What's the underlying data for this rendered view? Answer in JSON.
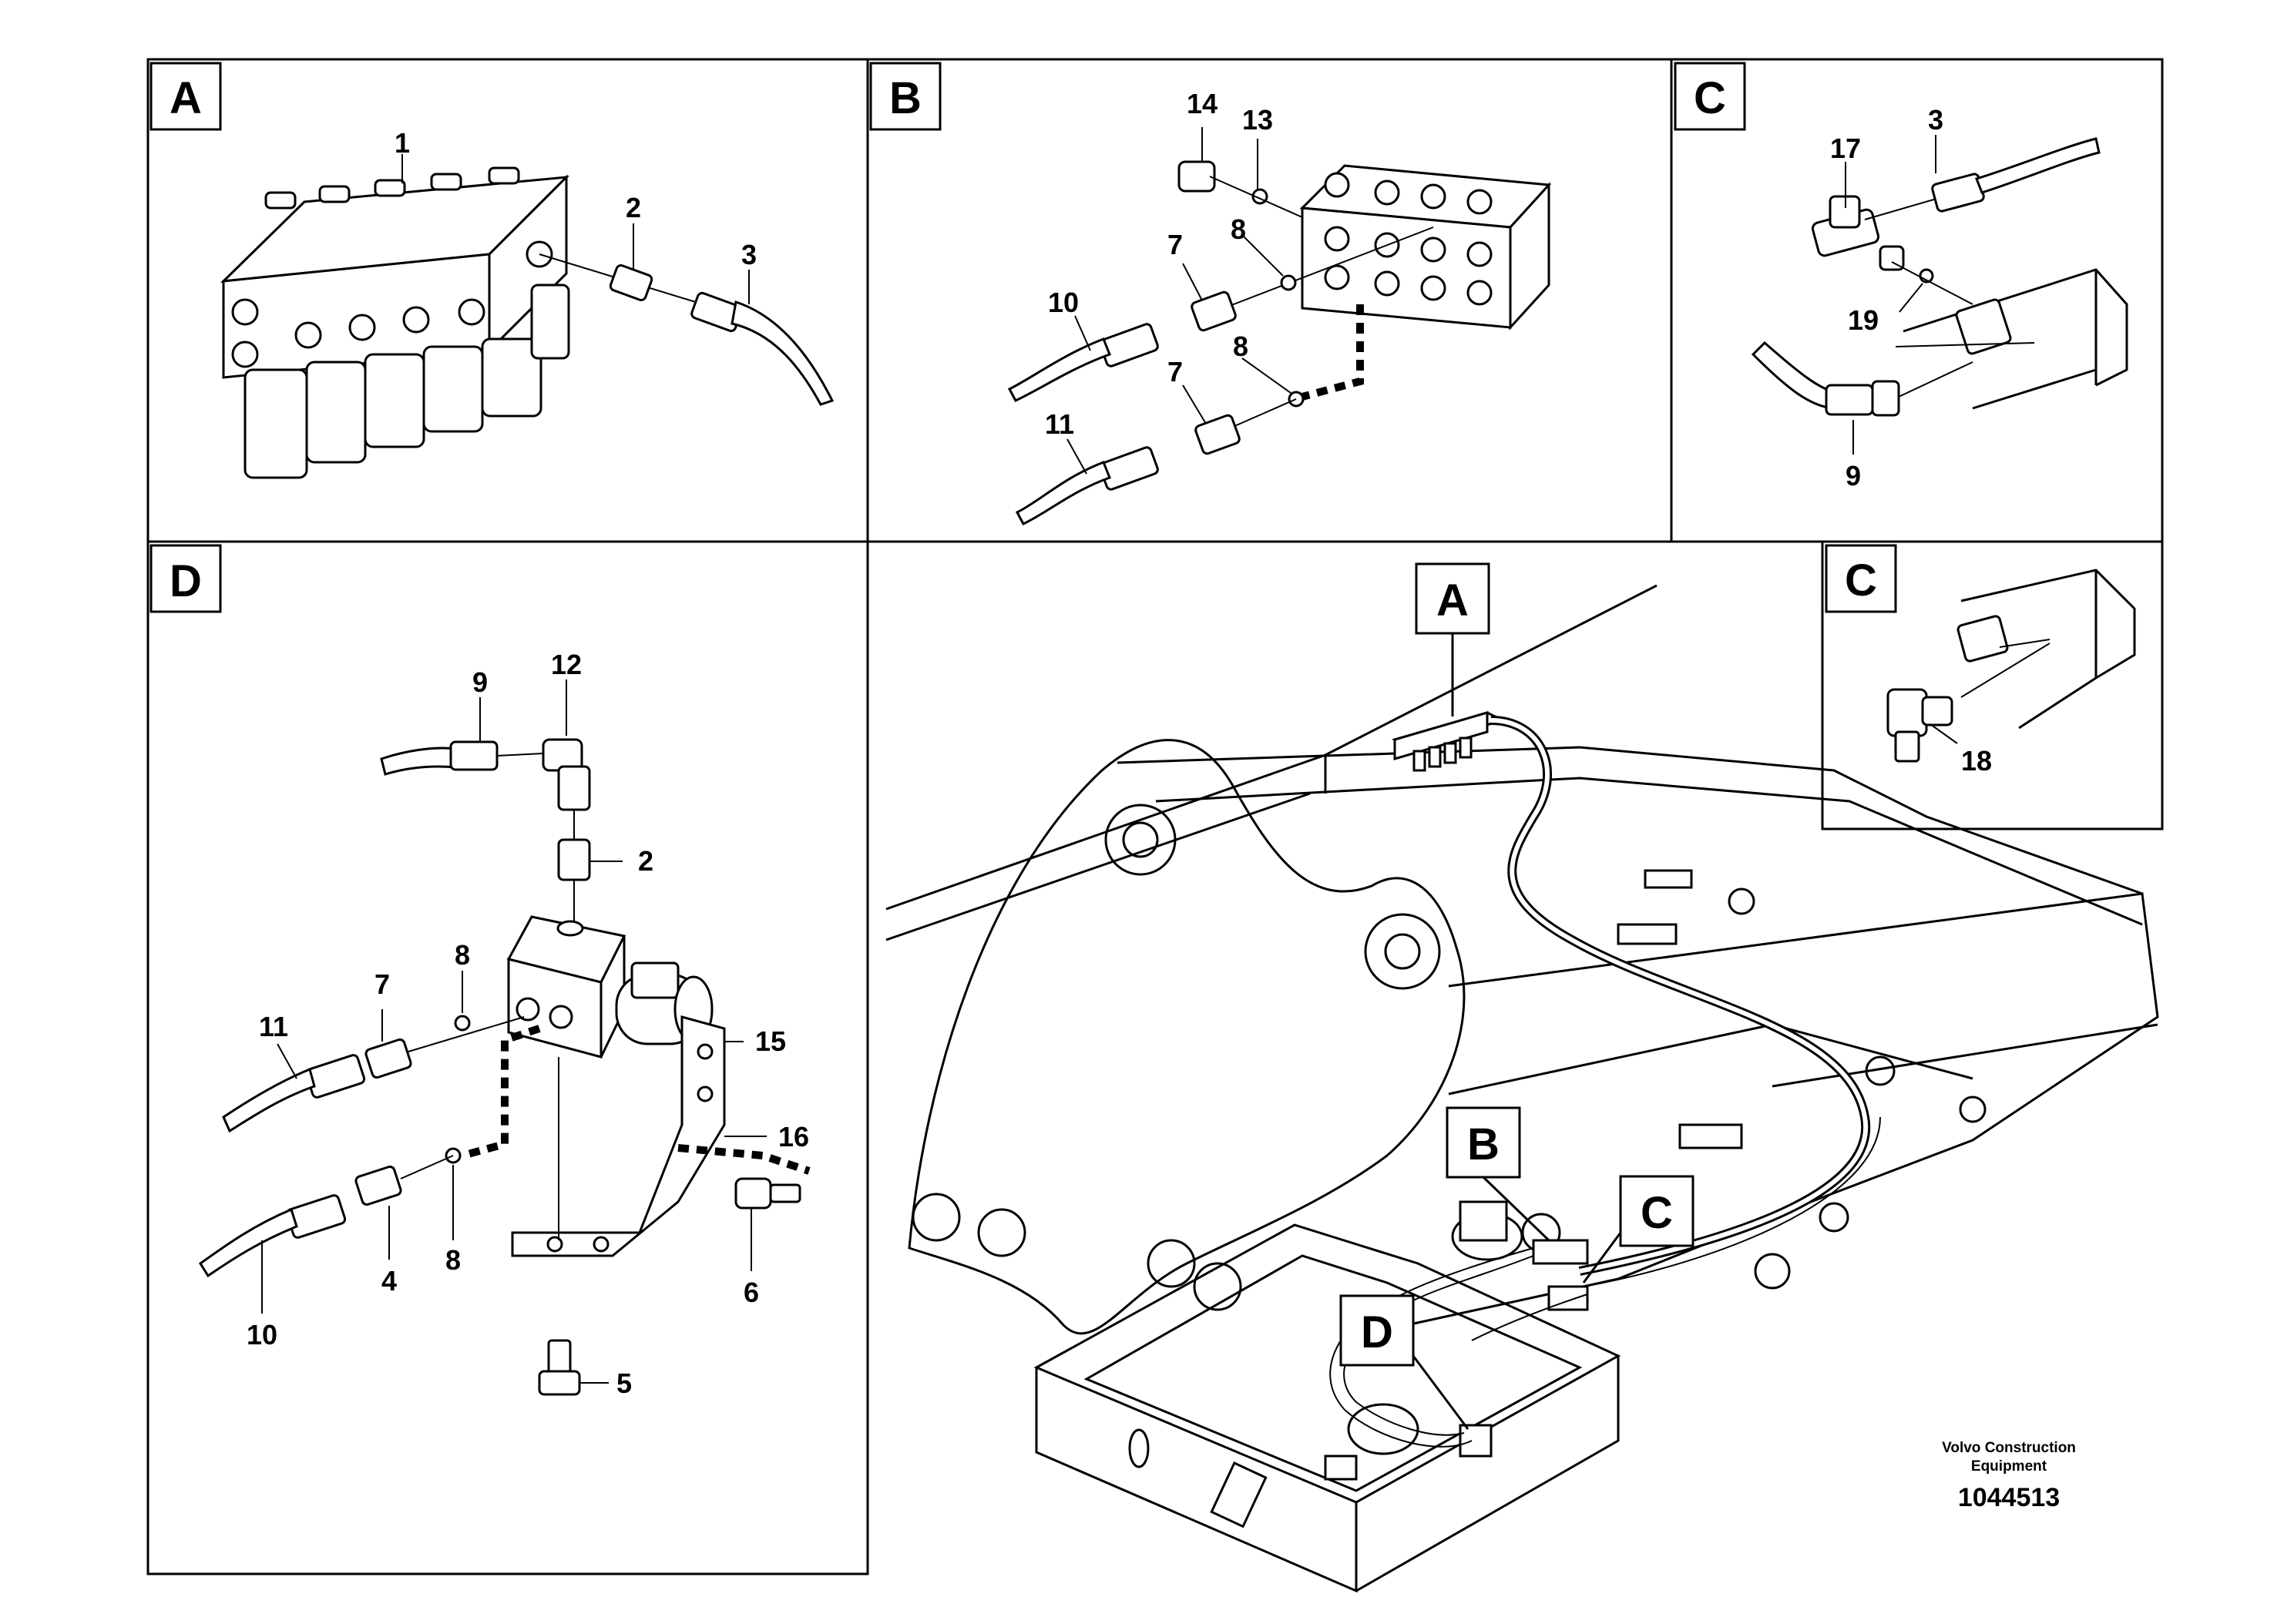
{
  "panels": {
    "A": {
      "letter": "A",
      "callouts": [
        "1",
        "2",
        "3"
      ]
    },
    "B": {
      "letter": "B",
      "callouts": [
        "14",
        "13",
        "7",
        "8",
        "10",
        "8",
        "7",
        "11"
      ]
    },
    "C_top": {
      "letter": "C",
      "callouts": [
        "17",
        "3",
        "19",
        "9"
      ]
    },
    "D": {
      "letter": "D",
      "callouts": [
        "9",
        "12",
        "2",
        "8",
        "7",
        "11",
        "15",
        "16",
        "8",
        "4",
        "10",
        "6",
        "5"
      ]
    },
    "C_inset": {
      "letter": "C",
      "callouts": [
        "18"
      ]
    }
  },
  "overview": {
    "labels": [
      "A",
      "B",
      "C",
      "D"
    ]
  },
  "footer": {
    "brand_line1": "Volvo Construction",
    "brand_line2": "Equipment",
    "doc_number": "1044513"
  }
}
